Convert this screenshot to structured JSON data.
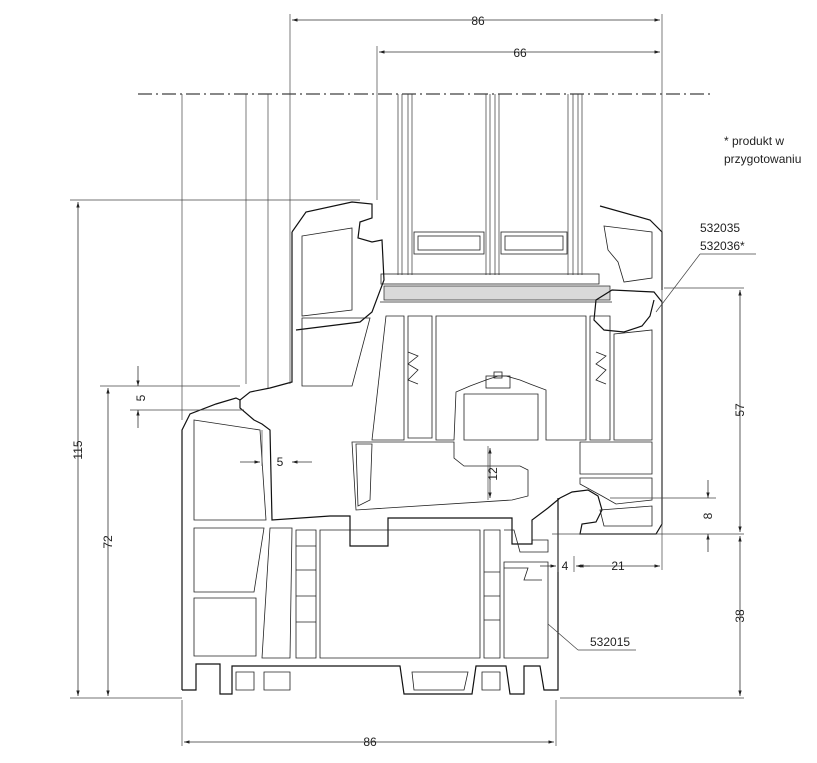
{
  "note": {
    "line1": "* produkt w",
    "line2": "przygotowaniu"
  },
  "dimensions": {
    "top_width": "86",
    "sash_width": "66",
    "bottom_width": "86",
    "total_height": "115",
    "frame_height": "72",
    "small_5_vertical": "5",
    "small_5_horizontal": "5",
    "rebate_12": "12",
    "right_57": "57",
    "right_8": "8",
    "right_4": "4",
    "right_21": "21",
    "right_38": "38"
  },
  "codes": {
    "bead_a": "532035",
    "bead_b": "532036*",
    "frame": "532015"
  }
}
